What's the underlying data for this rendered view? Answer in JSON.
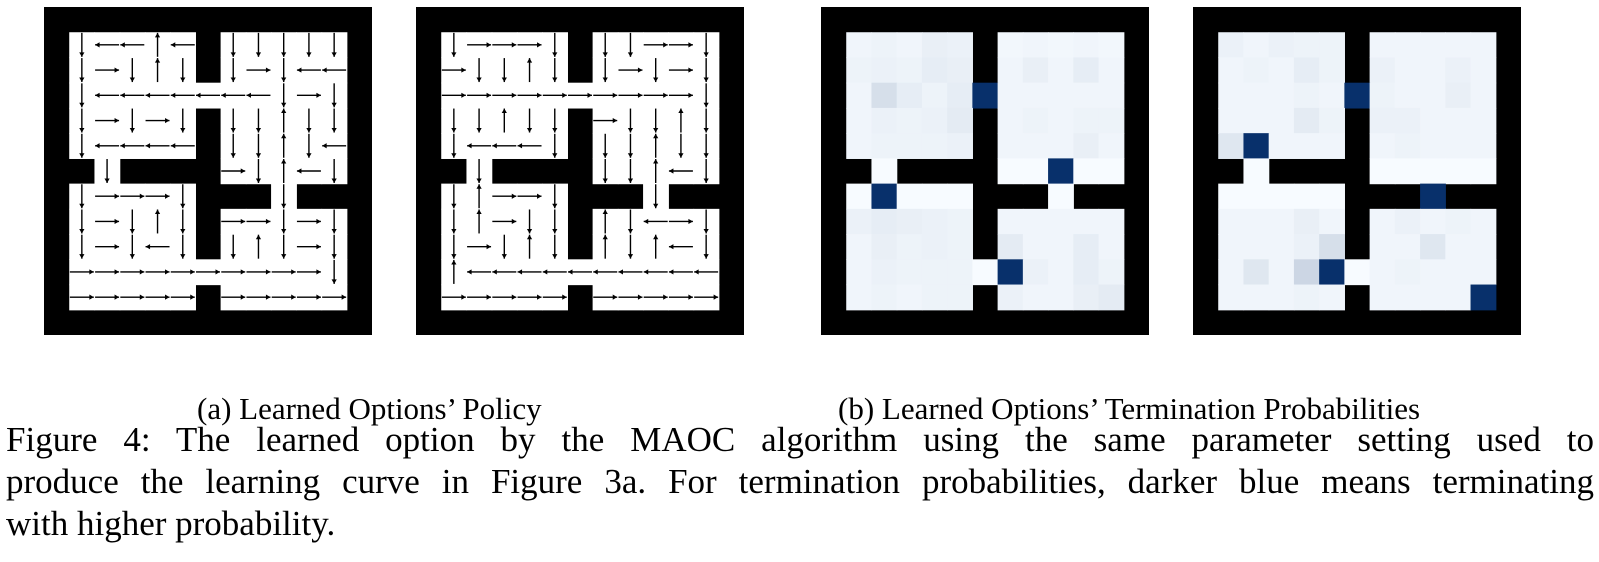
{
  "figure": {
    "subcaption_a": "(a) Learned Options’ Policy",
    "subcaption_b": "(b) Learned Options’ Termination Probabilities",
    "caption_line1": "Figure 4:  The learned option by the MAOC algorithm using the same parameter setting used to",
    "caption_line2": "produce the learning curve in Figure 3a. For termination probabilities, darker blue means terminating",
    "caption_line3": "with higher probability."
  },
  "colors": {
    "wall": "#000000",
    "floor": "#ffffff",
    "arrow": "#000000",
    "term_dark": "#08306b",
    "term_light": "#f7fbff"
  },
  "grid": {
    "rows": 13,
    "cols": 13,
    "map": [
      "WWWWWWWWWWWWW",
      "W.....W.....W",
      "W.....W.....W",
      "W...........W",
      "W.....W.....W",
      "W.....W.....W",
      "WW.WWWW.....W",
      "W.....WWW.WWW",
      "W.....W.....W",
      "W.....W.....W",
      "W...........W",
      "W.....W.....W",
      "WWWWWWWWWWWWW"
    ]
  },
  "policy_a1": [
    "WWWWWWWWWWWWW",
    "Wv<<^<WvvvvvW",
    "Wv>v^vWv>v<<W",
    "Wv<<<<<<<v>vW",
    "Wv>v>vWvv^vvW",
    "Wv<<<<Wvv^v<W",
    "WWvWWWW>v^<vW",
    "Wv>>>vWWWvWWW",
    "Wv>v^vW>>v>vW",
    "Wv>v<vWv^v>vW",
    "W>>>>>>>>>>vW",
    "W>>>>>W>>>>>W",
    "WWWWWWWWWWWWW"
  ],
  "policy_a2": [
    "WWWWWWWWWWWWW",
    "Wv>>>vWvv>>vW",
    "W>vv^vWv>v>vW",
    "W>>>>>>>>>>vW",
    "Wvv^vvW>vv^vW",
    "Wv<<<vWvv^vvW",
    "WWvWWWWvv^<vW",
    "Wv^>>vWWWvWWW",
    "Wv^>vvW^v<>vW",
    "Wv>v^vW^v^<vW",
    "W^<<<<<<<<<<W",
    "W>>>>>W>>>>>W",
    "WWWWWWWWWWWWW"
  ],
  "termination_b1": [
    [
      0,
      0,
      0,
      0,
      0,
      0,
      0,
      0,
      0,
      0,
      0,
      0,
      0
    ],
    [
      0,
      0.03,
      0.04,
      0.03,
      0.06,
      0.05,
      0,
      0.02,
      0.03,
      0.02,
      0.03,
      0.02,
      0
    ],
    [
      0,
      0.04,
      0.05,
      0.04,
      0.07,
      0.06,
      0,
      0.03,
      0.06,
      0.03,
      0.07,
      0.03,
      0
    ],
    [
      0,
      0.03,
      0.14,
      0.07,
      0.04,
      0.07,
      1,
      0.03,
      0.03,
      0.03,
      0.03,
      0.03,
      0
    ],
    [
      0,
      0.03,
      0.05,
      0.04,
      0.05,
      0.08,
      0,
      0.03,
      0.04,
      0.03,
      0.04,
      0.04,
      0
    ],
    [
      0,
      0.03,
      0.04,
      0.04,
      0.04,
      0.05,
      0,
      0.03,
      0.03,
      0.03,
      0.06,
      0.03,
      0
    ],
    [
      0,
      0,
      0,
      0,
      0,
      0,
      0,
      0,
      0,
      1,
      0,
      0,
      0
    ],
    [
      0,
      0,
      1,
      0,
      0,
      0,
      0,
      0,
      0,
      0,
      0,
      0,
      0
    ],
    [
      0,
      0.05,
      0.07,
      0.06,
      0.05,
      0.04,
      0,
      0.03,
      0.03,
      0.03,
      0.03,
      0.03,
      0
    ],
    [
      0,
      0.03,
      0.06,
      0.04,
      0.05,
      0.04,
      0,
      0.08,
      0.03,
      0.03,
      0.07,
      0.03,
      0
    ],
    [
      0,
      0.03,
      0.05,
      0.04,
      0.04,
      0.04,
      0,
      1,
      0.05,
      0.03,
      0.07,
      0.04,
      0
    ],
    [
      0,
      0.03,
      0.04,
      0.03,
      0.04,
      0.04,
      0,
      0.05,
      0.03,
      0.03,
      0.06,
      0.08,
      0
    ],
    [
      0,
      0,
      0,
      0,
      0,
      0,
      0,
      0,
      0,
      0,
      0,
      0,
      0
    ]
  ],
  "termination_b2": [
    [
      0,
      0,
      0,
      0,
      0,
      0,
      0,
      0,
      0,
      0,
      0,
      0,
      0
    ],
    [
      0,
      0.05,
      0.03,
      0.05,
      0.04,
      0.04,
      0,
      0.03,
      0.03,
      0.03,
      0.03,
      0.03,
      0
    ],
    [
      0,
      0.03,
      0.04,
      0.03,
      0.07,
      0.04,
      0,
      0.05,
      0.03,
      0.03,
      0.05,
      0.03,
      0
    ],
    [
      0,
      0.03,
      0.03,
      0.03,
      0.04,
      0.03,
      1,
      0.04,
      0.03,
      0.03,
      0.06,
      0.03,
      0
    ],
    [
      0,
      0.03,
      0.03,
      0.03,
      0.08,
      0.04,
      0,
      0.05,
      0.05,
      0.03,
      0.03,
      0.03,
      0
    ],
    [
      0,
      0.1,
      1,
      0.03,
      0.03,
      0.03,
      0,
      0.03,
      0.04,
      0.03,
      0.03,
      0.03,
      0
    ],
    [
      0,
      0,
      0,
      0,
      0,
      0,
      0,
      0,
      0,
      0,
      0,
      0,
      0
    ],
    [
      0,
      0,
      0,
      0,
      0,
      0,
      0,
      0,
      0,
      1,
      0,
      0,
      0
    ],
    [
      0,
      0.03,
      0.03,
      0.03,
      0.06,
      0.03,
      0,
      0.03,
      0.05,
      0.03,
      0.04,
      0.03,
      0
    ],
    [
      0,
      0.03,
      0.03,
      0.03,
      0.05,
      0.14,
      0,
      0.03,
      0.03,
      0.1,
      0.03,
      0.03,
      0
    ],
    [
      0,
      0.03,
      0.1,
      0.03,
      0.18,
      1,
      0,
      0.03,
      0.04,
      0.03,
      0.03,
      0.03,
      0
    ],
    [
      0,
      0.03,
      0.03,
      0.03,
      0.04,
      0.03,
      0,
      0.03,
      0.03,
      0.03,
      0.03,
      1,
      0
    ],
    [
      0,
      0,
      0,
      0,
      0,
      0,
      0,
      0,
      0,
      0,
      0,
      0,
      0
    ]
  ]
}
